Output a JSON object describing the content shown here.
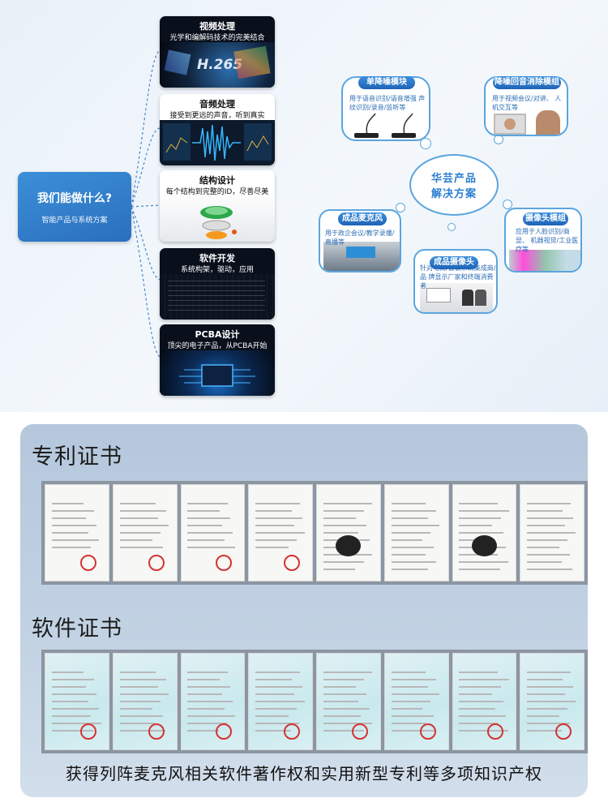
{
  "main": {
    "title": "我们能做什么?",
    "subtitle": "智能产品与系统方案"
  },
  "services": [
    {
      "title": "视频处理",
      "subtitle": "光学和编解码技术的完美结合",
      "art_text": "H.265"
    },
    {
      "title": "音频处理",
      "subtitle": "接受到更远的声音，听到真实"
    },
    {
      "title": "结构设计",
      "subtitle": "每个结构到完整的ID，尽善尽美"
    },
    {
      "title": "软件开发",
      "subtitle": "系统构架，驱动，应用"
    },
    {
      "title": "PCBA设计",
      "subtitle": "顶尖的电子产品，从PCBA开始"
    }
  ],
  "solution": {
    "center": [
      "华芸产品",
      "解决方案"
    ],
    "modules": [
      {
        "tag": "单降噪模块",
        "desc": "用于语音识别/语音增强 声纹识别/录音/监听等"
      },
      {
        "tag": "降噪回音消除模组",
        "desc": "用于视频会议/对讲、 人机交互等"
      },
      {
        "tag": "成品麦克风",
        "desc": "用于政企会议/教学录播/直播等"
      },
      {
        "tag": "摄像头模组",
        "desc": "应用于人脸识别/商显、 机器视觉/工业医疗等"
      },
      {
        "tag": "成品摄像头",
        "desc": "针对电商/会议系统集成商/品 牌显示厂家和终端消费者"
      }
    ]
  },
  "certs": {
    "patent_title": "专利证书",
    "software_title": "软件证书",
    "patent_count": 8,
    "software_count": 8,
    "footer": "获得列阵麦克风相关软件著作权和实用新型专利等多项知识产权"
  },
  "colors": {
    "accent": "#2a7bd0",
    "panel": "#b4c7dc"
  }
}
